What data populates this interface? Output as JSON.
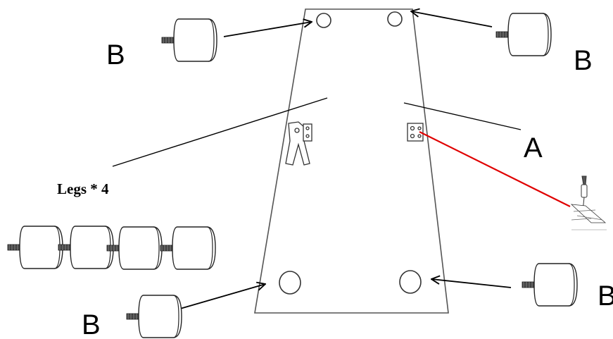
{
  "diagram": {
    "labels": {
      "part_a": "A",
      "part_b": "B",
      "legs_note": "Legs * 4"
    },
    "colors": {
      "outline": "#000000",
      "screw_line": "#e00000"
    },
    "icons": {
      "foot": "furniture-leg-foot",
      "screwdriver": "screwdriver-icon"
    }
  }
}
